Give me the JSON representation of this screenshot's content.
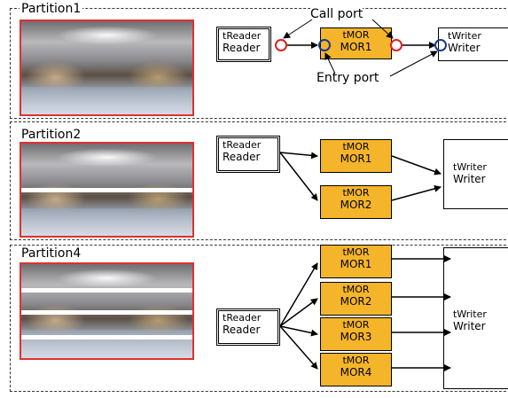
{
  "partitions": [
    {
      "title": "Partition1",
      "reader": {
        "type": "tReader",
        "name": "Reader"
      },
      "mors": [
        {
          "type": "tMOR",
          "name": "MOR1"
        }
      ],
      "writer": {
        "type": "tWriter",
        "name": "Writer"
      }
    },
    {
      "title": "Partition2",
      "reader": {
        "type": "tReader",
        "name": "Reader"
      },
      "mors": [
        {
          "type": "tMOR",
          "name": "MOR1"
        },
        {
          "type": "tMOR",
          "name": "MOR2"
        }
      ],
      "writer": {
        "type": "tWriter",
        "name": "Writer"
      }
    },
    {
      "title": "Partition4",
      "reader": {
        "type": "tReader",
        "name": "Reader"
      },
      "mors": [
        {
          "type": "tMOR",
          "name": "MOR1"
        },
        {
          "type": "tMOR",
          "name": "MOR2"
        },
        {
          "type": "tMOR",
          "name": "MOR3"
        },
        {
          "type": "tMOR",
          "name": "MOR4"
        }
      ],
      "writer": {
        "type": "tWriter",
        "name": "Writer"
      }
    }
  ],
  "annotations": {
    "call_port": "Call port",
    "entry_port": "Entry port"
  },
  "colors": {
    "mor_fill": "#f5b52a",
    "port_call": "#e02020",
    "port_entry": "#1a3a8a",
    "photo_border": "#e03030"
  }
}
